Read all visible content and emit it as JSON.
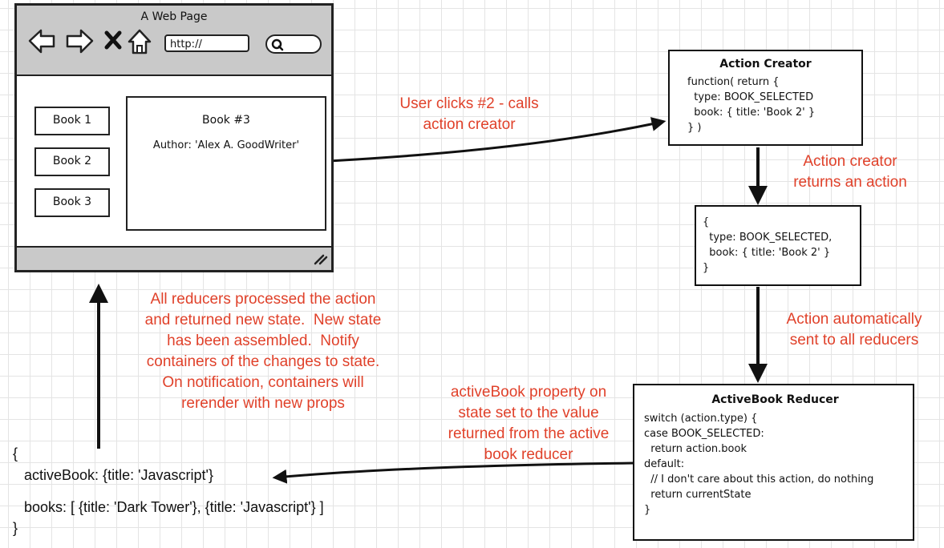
{
  "browser": {
    "title": "A Web Page",
    "url": "http://",
    "books": [
      "Book 1",
      "Book 2",
      "Book 3"
    ],
    "detail": {
      "title": "Book #3",
      "author": "Author: 'Alex A. GoodWriter'"
    }
  },
  "action_creator": {
    "title": "Action Creator",
    "code": "function( return {\n  type: BOOK_SELECTED\n  book: { title: 'Book 2' }\n} )"
  },
  "action": {
    "code": "{\n  type: BOOK_SELECTED,\n  book: { title: 'Book 2' }\n}"
  },
  "reducer": {
    "title": "ActiveBook Reducer",
    "code": "switch (action.type) {\ncase BOOK_SELECTED:\n  return action.book\ndefault:\n  // I don't care about this action, do nothing\n  return currentState\n}"
  },
  "notes": {
    "user_clicks": "User clicks #2 - calls\naction creator",
    "returns_action": "Action creator\nreturns an action",
    "sent_to_reducers": "Action automatically\nsent to all reducers",
    "state_set": "activeBook property on\nstate set to the value\nreturned from the active\nbook reducer",
    "reducers_processed": "All reducers processed the action\nand returned new state.  New state\nhas been assembled.  Notify\ncontainers of the changes to state.\nOn notification, containers will\nrerender with new props"
  },
  "state": {
    "open": "{",
    "active_book": "activeBook: {title: 'Javascript'}",
    "books": "books: [ {title: 'Dark Tower'}, {title: 'Javascript'} ]",
    "close": "}"
  },
  "colors": {
    "annotation": "#e0412a",
    "chrome": "#c9c9c9",
    "line": "#111111"
  },
  "icons": [
    "back-arrow-icon",
    "forward-arrow-icon",
    "close-icon",
    "home-icon",
    "search-icon",
    "resize-grip-icon"
  ]
}
